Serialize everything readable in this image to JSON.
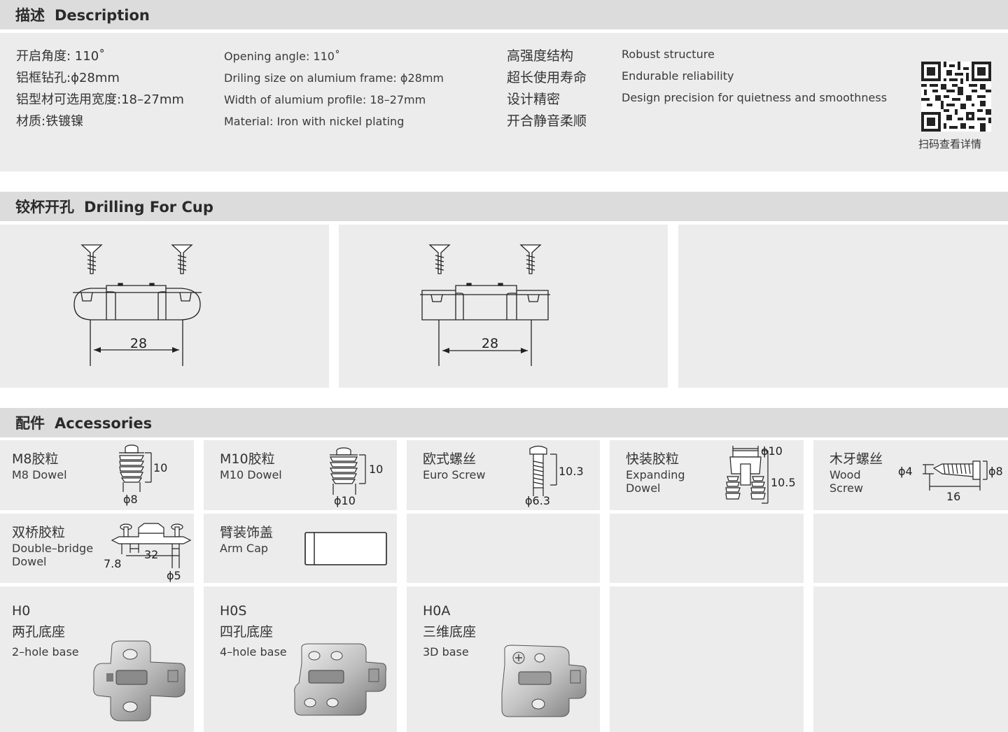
{
  "description": {
    "title_cn": "描述",
    "title_en": "Description",
    "specs_cn": [
      "开启角度: 110˚",
      "铝框钻孔:ϕ28mm",
      "铝型材可选用宽度:18–27mm",
      "材质:铁镀镍"
    ],
    "specs_en": [
      "Opening angle: 110˚",
      "Driling size on alumium frame: ϕ28mm",
      "Width of alumium profile: 18–27mm",
      "Material: Iron with nickel plating"
    ],
    "features_cn": [
      "高强度结构",
      "超长使用寿命",
      "设计精密",
      "开合静音柔顺"
    ],
    "features_en": [
      "Robust structure",
      "Endurable reliability",
      "Design precision for quietness and smoothness"
    ],
    "qr_caption": "扫码查看详情"
  },
  "drilling": {
    "title_cn": "铰杯开孔",
    "title_en": "Drilling For Cup",
    "dim_left": "28",
    "dim_right": "28"
  },
  "accessories": {
    "title_cn": "配件",
    "title_en": "Accessories",
    "m8": {
      "cn": "M8胶粒",
      "en": "M8 Dowel",
      "height": "10",
      "dia": "ϕ8"
    },
    "m10": {
      "cn": "M10胶粒",
      "en": "M10 Dowel",
      "height": "10",
      "dia": "ϕ10"
    },
    "euro": {
      "cn": "欧式螺丝",
      "en": "Euro Screw",
      "height": "10.3",
      "dia": "ϕ6.3"
    },
    "expanding": {
      "cn": "快装胶粒",
      "en": "Expanding\nDowel",
      "top_dia": "ϕ10",
      "height": "10.5"
    },
    "wood": {
      "cn": "木牙螺丝",
      "en": "Wood\nScrew",
      "shank": "ϕ4",
      "head": "ϕ8",
      "length": "16"
    },
    "double": {
      "cn": "双桥胶粒",
      "en": "Double–bridge\nDowel",
      "width": "32",
      "offset": "7.8",
      "dia": "ϕ5"
    },
    "armcap": {
      "cn": "臂装饰盖",
      "en": "Arm Cap"
    },
    "h0": {
      "code": "H0",
      "cn": "两孔底座",
      "en": "2–hole base"
    },
    "h0s": {
      "code": "H0S",
      "cn": "四孔底座",
      "en": "4–hole base"
    },
    "h0a": {
      "code": "H0A",
      "cn": "三维底座",
      "en": "3D base"
    }
  },
  "colors": {
    "band": "#dcdcdc",
    "panel": "#ececec",
    "line": "#222222"
  }
}
